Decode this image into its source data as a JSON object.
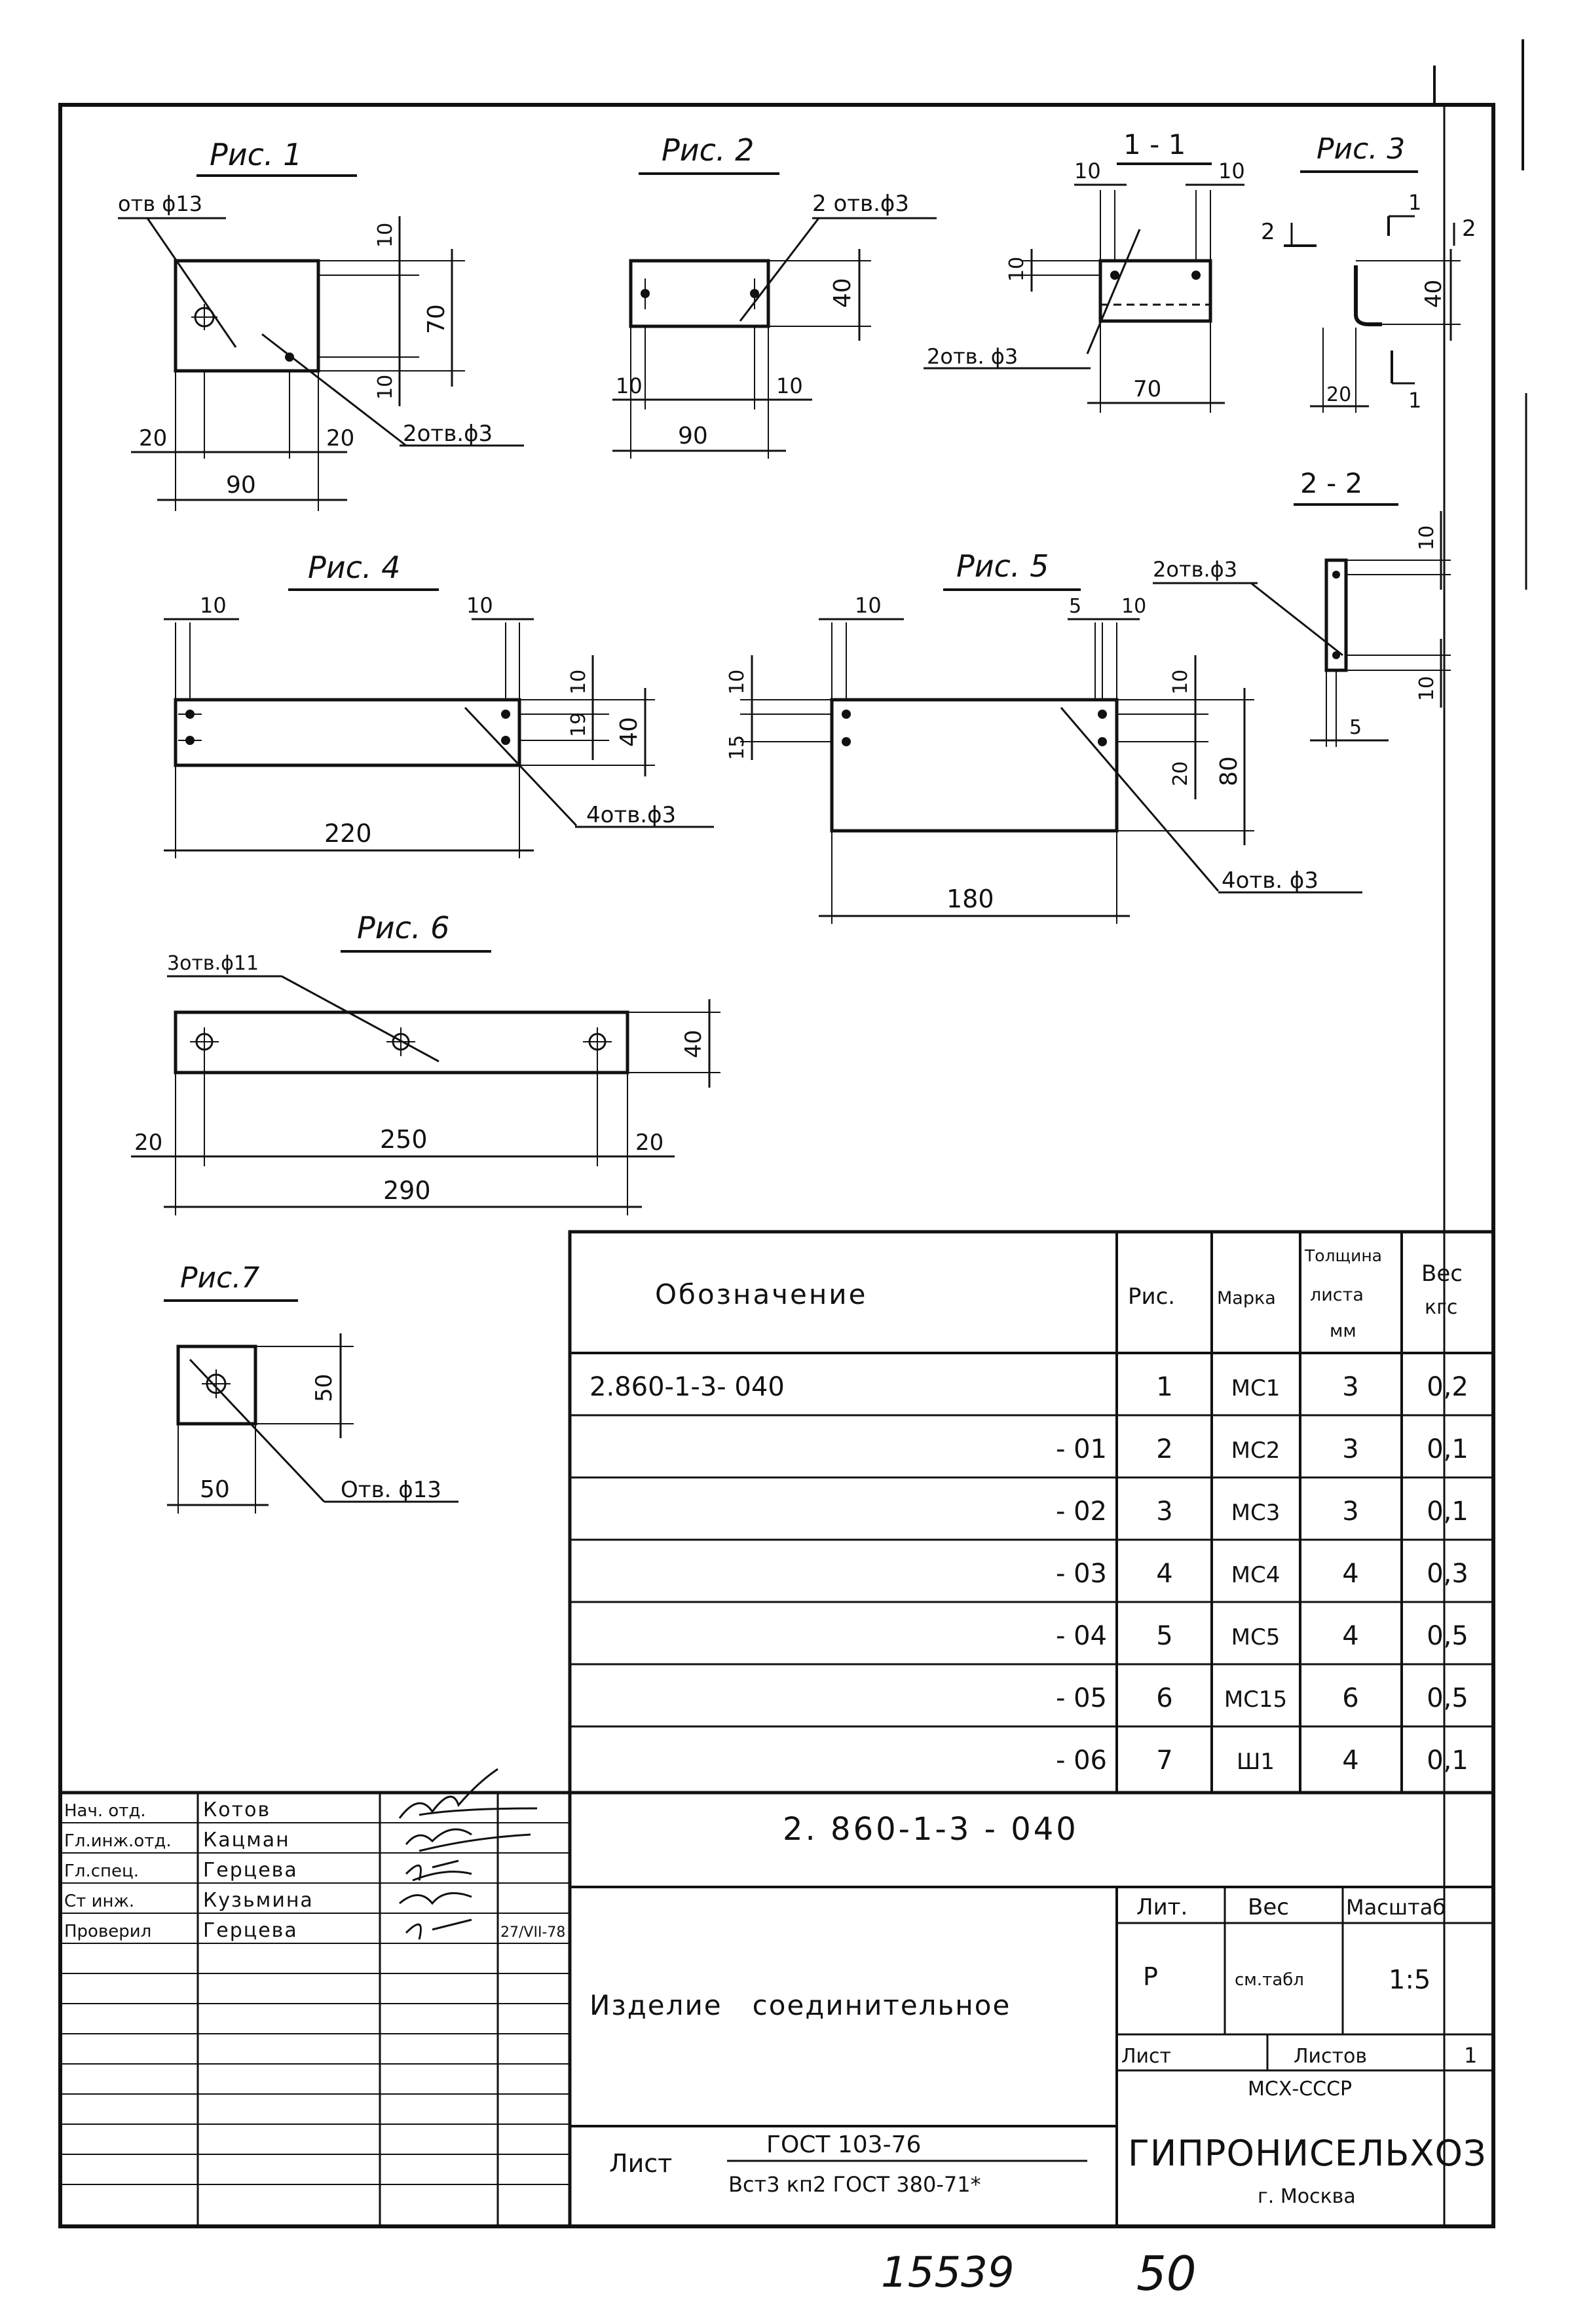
{
  "drawing": {
    "figures": {
      "fig1": {
        "title": "Рис. 1",
        "hole_note": "отв ϕ13",
        "holes_note": "2отв.ϕ3",
        "dims": {
          "w": "90",
          "edge_l": "20",
          "edge_r": "20",
          "h": "70",
          "top": "10",
          "bottom": "10"
        }
      },
      "fig2": {
        "title": "Рис. 2",
        "holes_note": "2 отв.ϕ3",
        "dims": {
          "w": "90",
          "edge_l": "10",
          "edge_r": "10",
          "h": "40"
        }
      },
      "sec11": {
        "title": "1 - 1",
        "holes_note": "2отв. ϕ3",
        "dims": {
          "w": "70",
          "left": "10",
          "right": "10",
          "h": "10"
        }
      },
      "fig3": {
        "title": "Рис. 3",
        "cut1": "1",
        "cut2": "2",
        "cut2b": "2",
        "cut1b": "1",
        "dims": {
          "h": "40",
          "w": "20"
        }
      },
      "sec22": {
        "title": "2 - 2",
        "holes_note": "2отв.ϕ3",
        "dims": {
          "top": "10",
          "bottom": "10",
          "w": "5"
        }
      },
      "fig4": {
        "title": "Рис. 4",
        "holes_note": "4отв.ϕ3",
        "dims": {
          "w": "220",
          "edge_l": "10",
          "edge_r": "10",
          "h": "40",
          "top": "10",
          "mid": "19"
        }
      },
      "fig5": {
        "title": "Рис. 5",
        "holes_note": "4отв. ϕ3",
        "dims": {
          "w": "180",
          "edge_l": "10",
          "edge_r": "10",
          "edge_r2": "5",
          "h": "80",
          "top_l": "10",
          "mid_l": "15",
          "top_r": "10",
          "mid_r": "20"
        }
      },
      "fig6": {
        "title": "Рис. 6",
        "holes_note": "3отв.ϕ11",
        "dims": {
          "total": "290",
          "inner": "250",
          "edge_l": "20",
          "edge_r": "20",
          "h": "40"
        }
      },
      "fig7": {
        "title": "Рис.7",
        "hole_note": "Отв. ϕ13",
        "dims": {
          "w": "50",
          "h": "50"
        }
      }
    }
  },
  "spec_table": {
    "headers": {
      "designation": "Обозначение",
      "fig": "Рис.",
      "mark": "Марка",
      "thickness_1": "Толщина",
      "thickness_2": "листа",
      "thickness_3": "мм",
      "weight_1": "Вес",
      "weight_2": "кгс"
    },
    "rows": [
      {
        "designation": "2.860-1-3- 040",
        "fig": "1",
        "mark": "МС1",
        "thickness": "3",
        "weight": "0,2"
      },
      {
        "designation": "- 01",
        "fig": "2",
        "mark": "МС2",
        "thickness": "3",
        "weight": "0,1"
      },
      {
        "designation": "- 02",
        "fig": "3",
        "mark": "МС3",
        "thickness": "3",
        "weight": "0,1"
      },
      {
        "designation": "- 03",
        "fig": "4",
        "mark": "МС4",
        "thickness": "4",
        "weight": "0,3"
      },
      {
        "designation": "- 04",
        "fig": "5",
        "mark": "МС5",
        "thickness": "4",
        "weight": "0,5"
      },
      {
        "designation": "- 05",
        "fig": "6",
        "mark": "МС15",
        "thickness": "6",
        "weight": "0,5"
      },
      {
        "designation": "- 06",
        "fig": "7",
        "mark": "Ш1",
        "thickness": "4",
        "weight": "0,1"
      }
    ]
  },
  "title_block": {
    "signatures": [
      {
        "role": "Нач. отд.",
        "name": "Котов",
        "date": ""
      },
      {
        "role": "Гл.инж.отд.",
        "name": "Кацман",
        "date": ""
      },
      {
        "role": "Гл.спец.",
        "name": "Герцева",
        "date": ""
      },
      {
        "role": "Ст инж.",
        "name": "Кузьмина",
        "date": ""
      },
      {
        "role": "Проверил",
        "name": "Герцева",
        "date": "27/VII-78"
      }
    ],
    "document_code": "2. 860-1-3 - 040",
    "product_name": "Изделие   соединительное",
    "lit_label": "Лит.",
    "lit_value": "Р",
    "weight_label": "Вес",
    "weight_value": "см.табл",
    "scale_label": "Масштаб",
    "scale_value": "1:5",
    "sheet_label": "Лист",
    "sheets_label": "Листов",
    "sheets_value": "1",
    "material_label": "Лист",
    "material_top": "ГОСТ 103-76",
    "material_bottom": "Вст3 кп2  ГОСТ 380-71*",
    "org_ministry": "МСХ-СССР",
    "org_name": "ГИПРОНИСЕЛЬХОЗ",
    "org_city": "г. Москва"
  },
  "footer": {
    "inventory_number": "15539",
    "sheet_number": "50"
  }
}
